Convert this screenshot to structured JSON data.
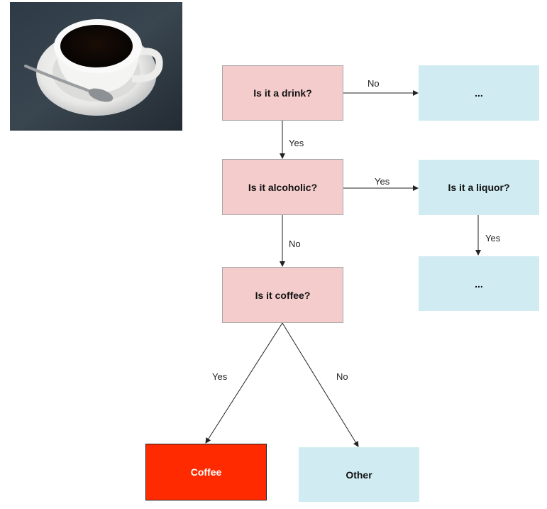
{
  "colors": {
    "question_fill": "#f4cccc",
    "outcome_fill": "#d0ecf2",
    "highlight_fill": "#ff2a00",
    "highlight_text": "#ffffff"
  },
  "image": {
    "subject": "cup-of-black-coffee-on-saucer-with-spoon"
  },
  "nodes": {
    "drink": "Is it a drink?",
    "not_drink": "...",
    "alcoholic": "Is it alcoholic?",
    "liquor": "Is it a liquor?",
    "liquor_yes": "...",
    "coffee": "Is it coffee?",
    "coffee_result": "Coffee",
    "other": "Other"
  },
  "edges": {
    "drink_no": "No",
    "drink_yes": "Yes",
    "alcoholic_yes": "Yes",
    "alcoholic_no": "No",
    "liquor_yes": "Yes",
    "coffee_yes": "Yes",
    "coffee_no": "No"
  }
}
